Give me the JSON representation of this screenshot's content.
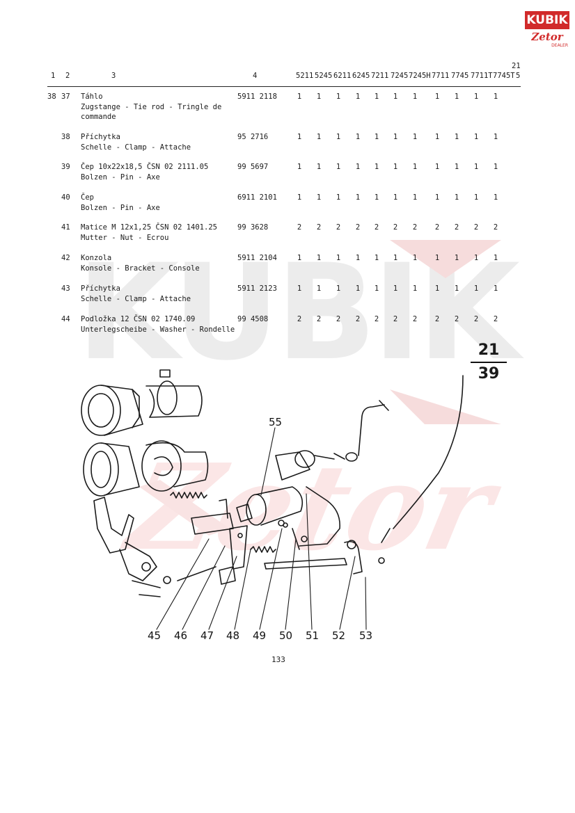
{
  "logo": {
    "brand": "KUBIK",
    "script": "Zetor",
    "sub": "DEALER"
  },
  "header": {
    "col1": "1",
    "col2": "2",
    "col3": "3",
    "col4": "4",
    "models": [
      "5211",
      "5245",
      "6211",
      "6245",
      "7211",
      "7245",
      "7245H",
      "7711",
      "7745",
      "7711T",
      "7745T"
    ],
    "col5": "5",
    "group_label": "21"
  },
  "rows": [
    {
      "fig": "38",
      "pos": "37",
      "lines": [
        "Táhlo",
        "Zugstange - Tie rod - Tringle de",
        "commande"
      ],
      "part_no": "5911 2118",
      "qty": [
        "1",
        "1",
        "1",
        "1",
        "1",
        "1",
        "1",
        "1",
        "1",
        "1",
        "1"
      ]
    },
    {
      "fig": "",
      "pos": "38",
      "lines": [
        "Příchytka",
        "Schelle - Clamp - Attache"
      ],
      "part_no": "95 2716",
      "qty": [
        "1",
        "1",
        "1",
        "1",
        "1",
        "1",
        "1",
        "1",
        "1",
        "1",
        "1"
      ]
    },
    {
      "fig": "",
      "pos": "39",
      "lines": [
        "Čep 10x22x18,5 ČSN 02 2111.05",
        "Bolzen - Pin - Axe"
      ],
      "part_no": "99 5697",
      "qty": [
        "1",
        "1",
        "1",
        "1",
        "1",
        "1",
        "1",
        "1",
        "1",
        "1",
        "1"
      ]
    },
    {
      "fig": "",
      "pos": "40",
      "lines": [
        "Čep",
        "Bolzen - Pin - Axe"
      ],
      "part_no": "6911 2101",
      "qty": [
        "1",
        "1",
        "1",
        "1",
        "1",
        "1",
        "1",
        "1",
        "1",
        "1",
        "1"
      ]
    },
    {
      "fig": "",
      "pos": "41",
      "lines": [
        "Matice M 12x1,25 ČSN 02 1401.25",
        "Mutter - Nut - Ecrou"
      ],
      "part_no": "99 3628",
      "qty": [
        "2",
        "2",
        "2",
        "2",
        "2",
        "2",
        "2",
        "2",
        "2",
        "2",
        "2"
      ]
    },
    {
      "fig": "",
      "pos": "42",
      "lines": [
        "Konzola",
        "Konsole - Bracket - Console"
      ],
      "part_no": "5911 2104",
      "qty": [
        "1",
        "1",
        "1",
        "1",
        "1",
        "1",
        "1",
        "1",
        "1",
        "1",
        "1"
      ]
    },
    {
      "fig": "",
      "pos": "43",
      "lines": [
        "Příchytka",
        "Schelle - Clamp - Attache"
      ],
      "part_no": "5911 2123",
      "qty": [
        "1",
        "1",
        "1",
        "1",
        "1",
        "1",
        "1",
        "1",
        "1",
        "1",
        "1"
      ]
    },
    {
      "fig": "",
      "pos": "44",
      "lines": [
        "Podložka 12 ČSN 02 1740.09",
        "Unterlegscheibe - Washer - Rondelle"
      ],
      "part_no": "99 4508",
      "qty": [
        "2",
        "2",
        "2",
        "2",
        "2",
        "2",
        "2",
        "2",
        "2",
        "2",
        "2"
      ]
    }
  ],
  "fraction": {
    "numerator": "21",
    "denominator": "39"
  },
  "callouts": [
    "55",
    "45",
    "46",
    "47",
    "48",
    "49",
    "50",
    "51",
    "52",
    "53"
  ],
  "page_number": "133",
  "colors": {
    "brand_red": "#d12a2a",
    "watermark_gray": "#ececec",
    "watermark_pink": "#fbe6e6"
  }
}
